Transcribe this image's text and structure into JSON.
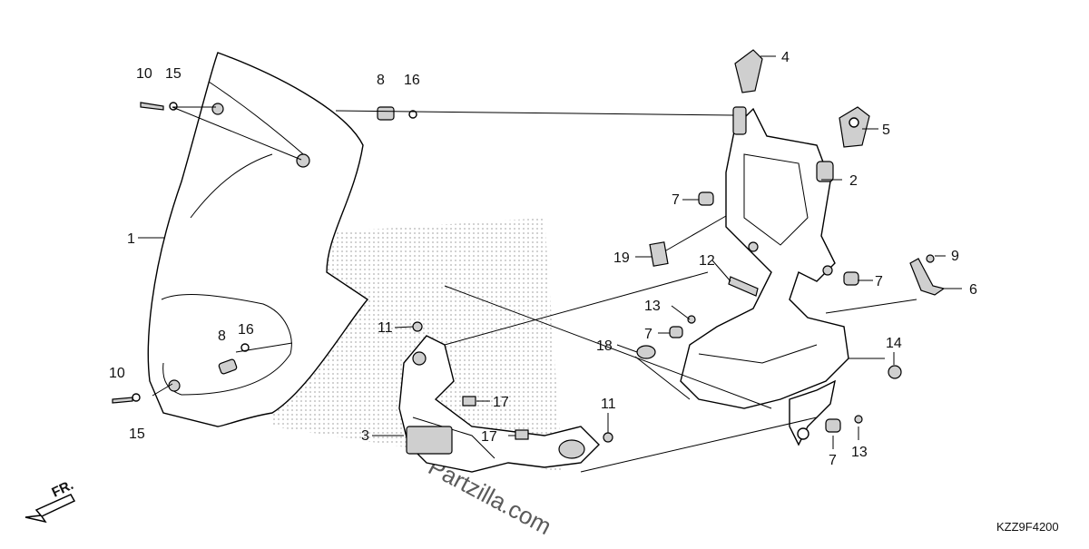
{
  "diagram": {
    "code": "KZZ9F4200",
    "direction_label": "FR.",
    "watermark": "Partzilla.com",
    "callouts": [
      "1",
      "2",
      "3",
      "4",
      "5",
      "6",
      "7",
      "7",
      "7",
      "7",
      "8",
      "8",
      "9",
      "10",
      "10",
      "11",
      "11",
      "12",
      "13",
      "13",
      "14",
      "15",
      "15",
      "16",
      "16",
      "17",
      "17",
      "18",
      "19"
    ]
  }
}
